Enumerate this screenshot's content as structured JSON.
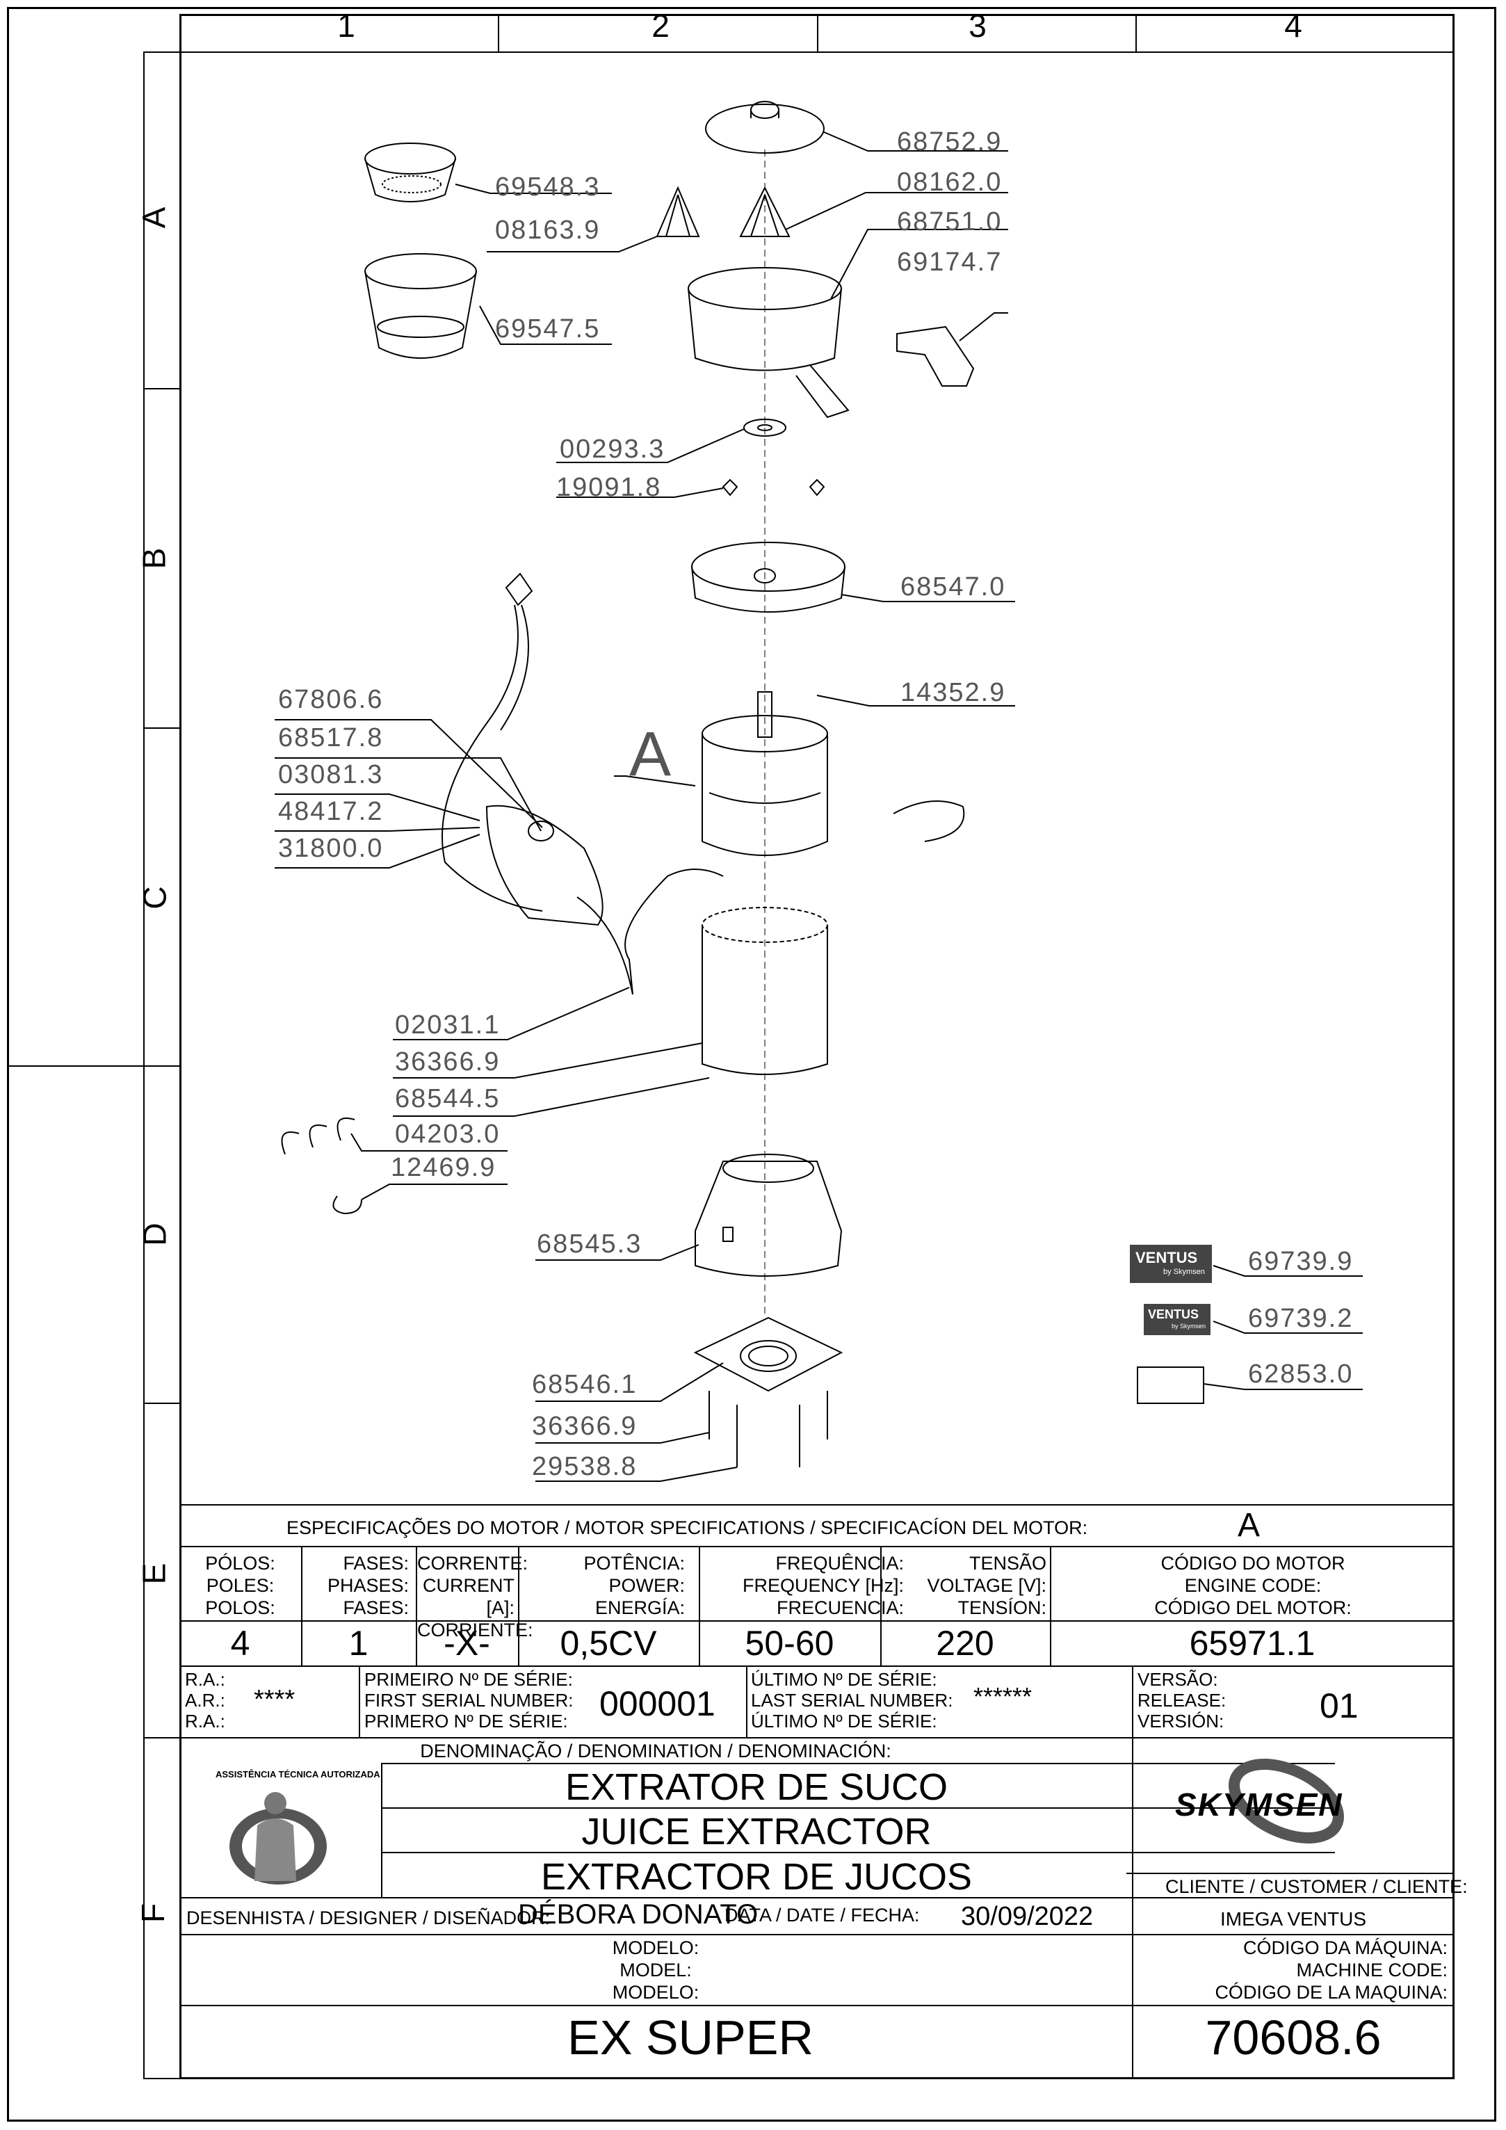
{
  "grid": {
    "columns": [
      "1",
      "2",
      "3",
      "4"
    ],
    "rows": [
      "A",
      "B",
      "C",
      "D",
      "E",
      "F"
    ]
  },
  "parts": {
    "p1": "68752.9",
    "p2": "69548.3",
    "p3": "08162.0",
    "p4": "08163.9",
    "p5": "68751.0",
    "p6": "69174.7",
    "p7": "69547.5",
    "p8": "00293.3",
    "p9": "19091.8",
    "p10": "68547.0",
    "p11": "14352.9",
    "p12": "67806.6",
    "p13": "68517.8",
    "p14": "03081.3",
    "p15": "48417.2",
    "p16": "31800.0",
    "p17": "02031.1",
    "p18": "36366.9",
    "p19": "68544.5",
    "p20": "04203.0",
    "p21": "12469.9",
    "p22": "68545.3",
    "p23": "69739.9",
    "p24": "69739.2",
    "p25": "62853.0",
    "p26": "68546.1",
    "p27": "36366.9",
    "p28": "29538.8"
  },
  "motor_marker": "A",
  "brand_badge": {
    "text": "VENTUS",
    "sub": "by Skymsen"
  },
  "motor": {
    "title": "ESPECIFICAÇÕES DO MOTOR / MOTOR SPECIFICATIONS / SPECIFICACÍON DEL MOTOR:",
    "ref": "A",
    "poles": [
      "PÓLOS:",
      "POLES:",
      "POLOS:"
    ],
    "phases": [
      "FASES:",
      "PHASES:",
      "FASES:"
    ],
    "current": [
      "CORRENTE:",
      "CURRENT [A]:",
      "CORRIENTE:"
    ],
    "power": [
      "POTÊNCIA:",
      "POWER:",
      "ENERGÍA:"
    ],
    "frequency": [
      "FREQUÊNCIA:",
      "FREQUENCY [Hz]:",
      "FRECUENCIA:"
    ],
    "voltage": [
      "TENSÃO",
      "VOLTAGE [V]:",
      "TENSÍON:"
    ],
    "engine_code": [
      "CÓDIGO DO MOTOR",
      "ENGINE CODE:",
      "CÓDIGO DEL MOTOR:"
    ],
    "values": {
      "poles": "4",
      "phases": "1",
      "current": "-X-",
      "power": "0,5CV",
      "frequency": "50-60",
      "voltage": "220",
      "engine_code": "65971.1"
    }
  },
  "ra": {
    "l1": "R.A.:",
    "l2": "A.R.:",
    "l3": "R.A.:",
    "value": "****"
  },
  "first_serial": {
    "l1": "PRIMEIRO Nº DE SÉRIE:",
    "l2": "FIRST SERIAL NUMBER:",
    "l3": "PRIMERO Nº DE SÉRIE:",
    "value": "000001"
  },
  "last_serial": {
    "l1": "ÚLTIMO Nº DE SÉRIE:",
    "l2": "LAST SERIAL NUMBER:",
    "l3": "ÚLTIMO Nº DE SÉRIE:",
    "value": "******"
  },
  "release": {
    "l1": "VERSÃO:",
    "l2": "RELEASE:",
    "l3": "VERSIÓN:",
    "value": "01"
  },
  "denomination": {
    "label": "DENOMINAÇÃO / DENOMINATION / DENOMINACIÓN:",
    "pt": "EXTRATOR DE SUCO",
    "en": "JUICE EXTRACTOR",
    "es": "EXTRACTOR DE JUCOS"
  },
  "seal": {
    "top": "ASSISTÊNCIA TÉCNICA AUTORIZADA"
  },
  "logo": "SKYMSEN",
  "client": {
    "label": "CLIENTE / CUSTOMER / CLIENTE:",
    "value": "IMEGA VENTUS"
  },
  "designer": {
    "label": "DESENHISTA / DESIGNER / DISEÑADOR:",
    "value": "DÉBORA DONATO"
  },
  "date": {
    "label": "DATA / DATE / FECHA:",
    "value": "30/09/2022"
  },
  "model": {
    "l1": "MODELO:",
    "l2": "MODEL:",
    "l3": "MODELO:",
    "value": "EX SUPER"
  },
  "machine_code": {
    "l1": "CÓDIGO DA MÁQUINA:",
    "l2": "MACHINE CODE:",
    "l3": "CÓDIGO DE LA MAQUINA:",
    "value": "70608.6"
  }
}
